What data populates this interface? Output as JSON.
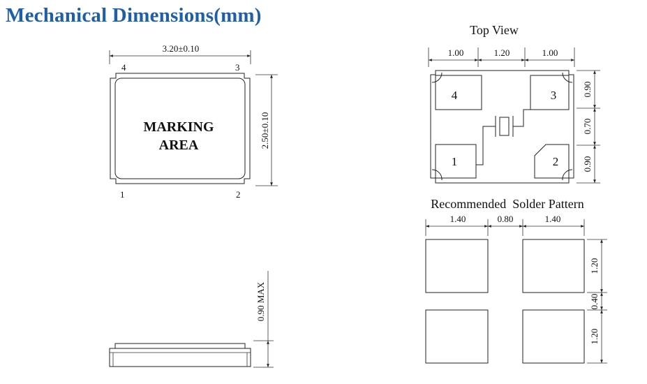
{
  "title": "Mechanical Dimensions(mm)",
  "package": {
    "width_dim": "3.20±0.10",
    "height_dim": "2.50±0.10",
    "marking_line1": "MARKING",
    "marking_line2": "AREA",
    "pins": {
      "p1": "1",
      "p2": "2",
      "p3": "3",
      "p4": "4"
    }
  },
  "side_view": {
    "height_dim": "0.90 MAX"
  },
  "top_view": {
    "title": "Top View",
    "dims_top": [
      "1.00",
      "1.20",
      "1.00"
    ],
    "dims_right": [
      "0.90",
      "0.70",
      "0.90"
    ],
    "pads": {
      "p1": "1",
      "p2": "2",
      "p3": "3",
      "p4": "4"
    }
  },
  "solder": {
    "title": "Recommended  Solder Pattern",
    "dims_top": [
      "1.40",
      "0.80",
      "1.40"
    ],
    "dims_right": [
      "1.20",
      "0.40",
      "1.20"
    ]
  }
}
